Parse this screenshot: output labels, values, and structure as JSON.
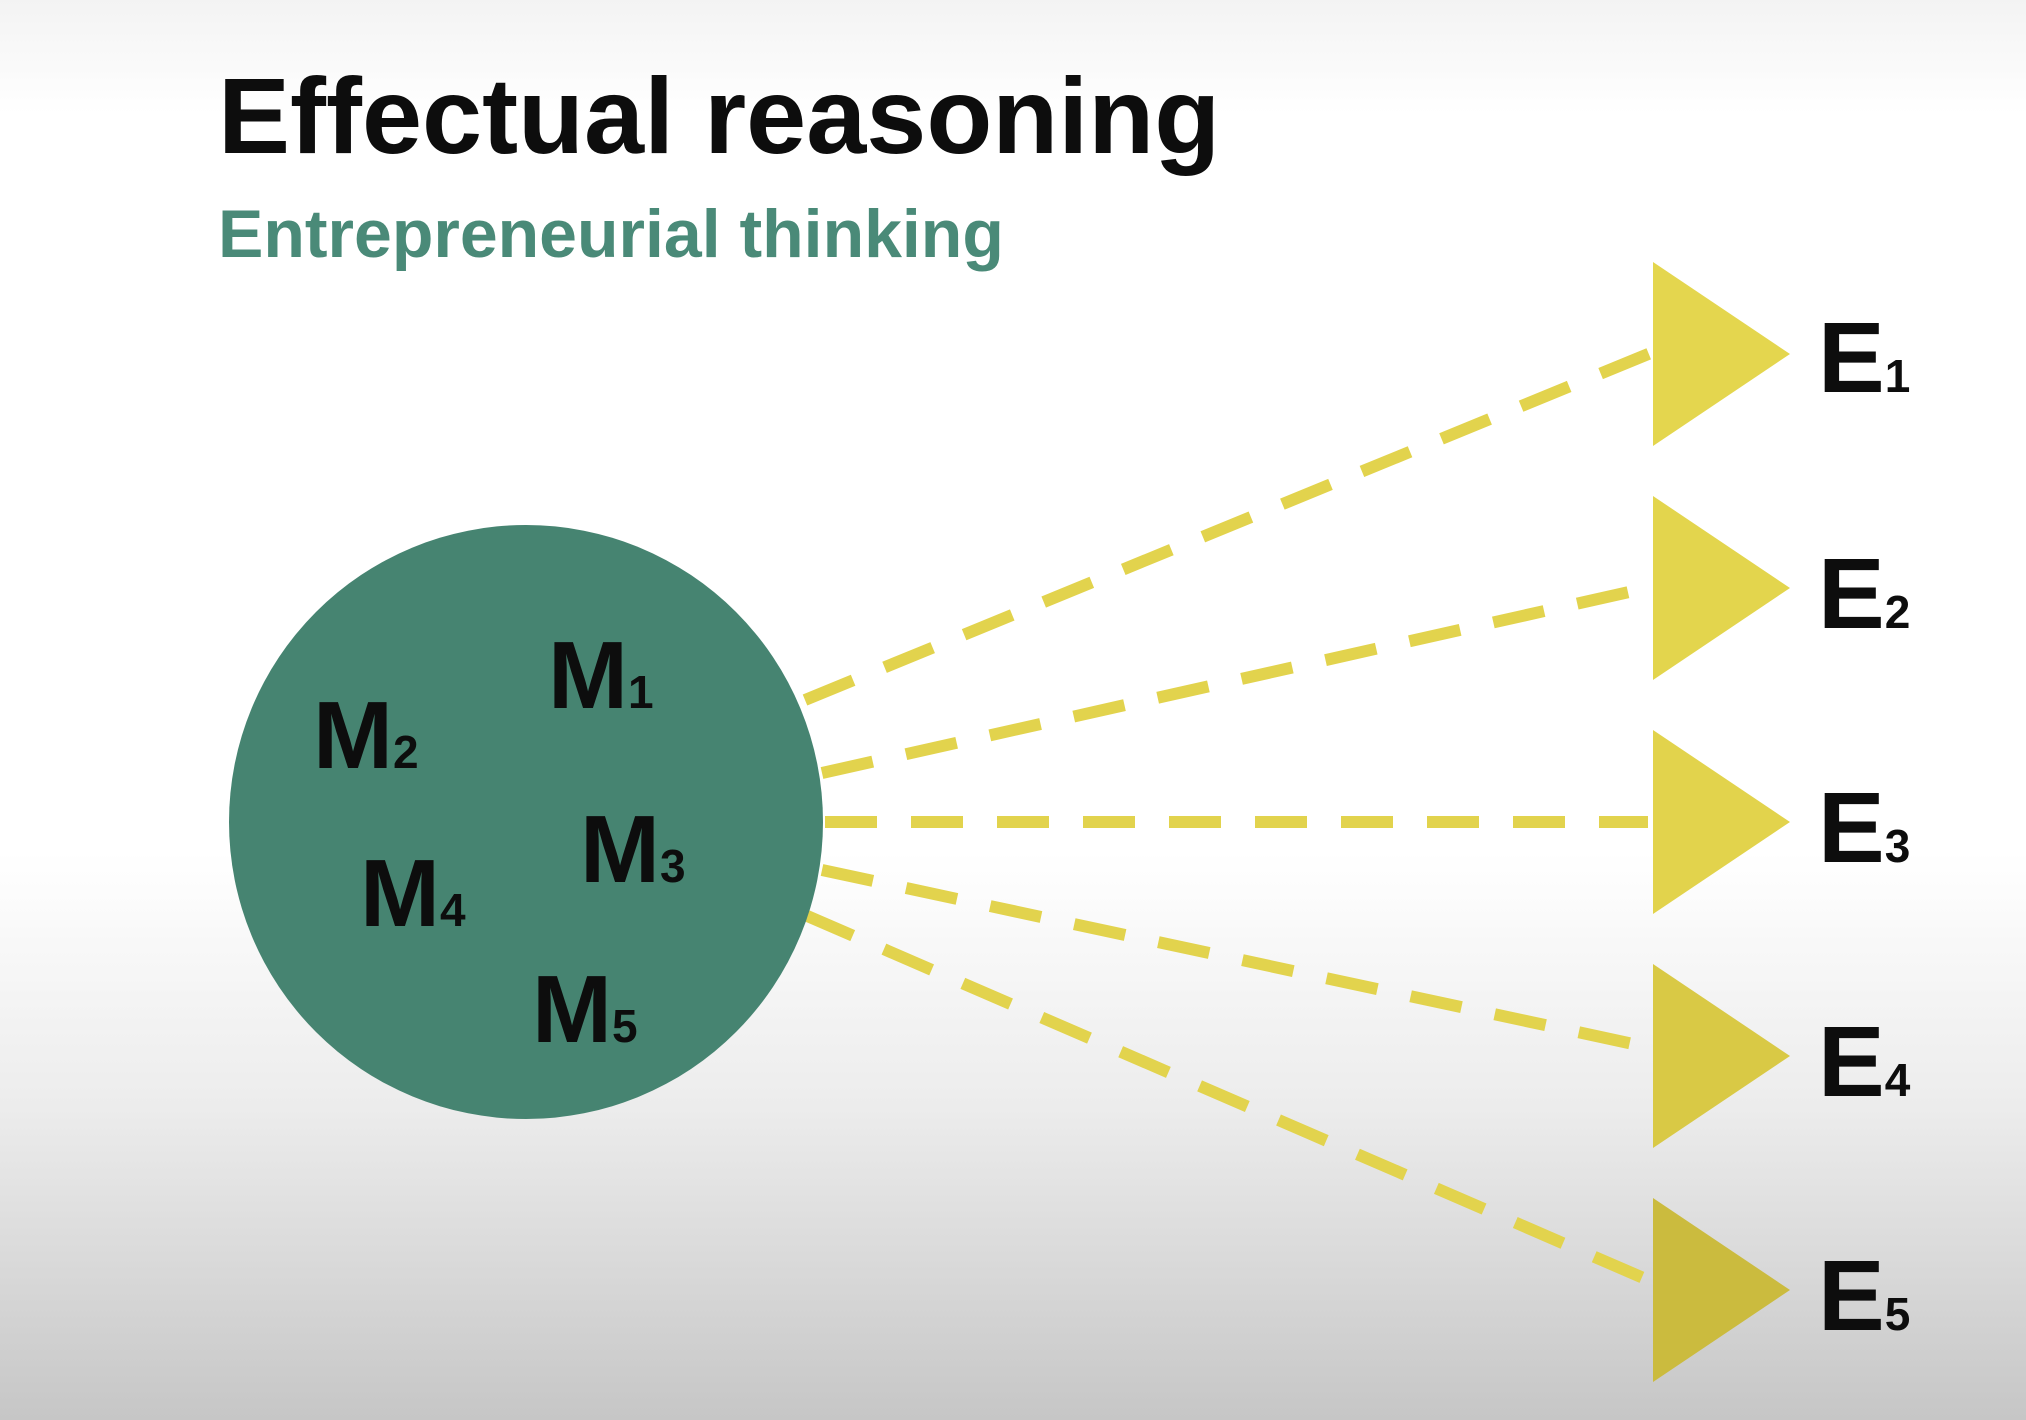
{
  "title": "Effectual reasoning",
  "subtitle": "Entrepreneurial thinking",
  "colors": {
    "circle": "#468471",
    "subtitle": "#4a8a78",
    "arrow": "#e2d34d",
    "arrow_dark": "#c9b93a",
    "text": "#0d0d0d"
  },
  "means": [
    {
      "letter": "M",
      "sub": "1"
    },
    {
      "letter": "M",
      "sub": "2"
    },
    {
      "letter": "M",
      "sub": "3"
    },
    {
      "letter": "M",
      "sub": "4"
    },
    {
      "letter": "M",
      "sub": "5"
    }
  ],
  "effects": [
    {
      "letter": "E",
      "sub": "1"
    },
    {
      "letter": "E",
      "sub": "2"
    },
    {
      "letter": "E",
      "sub": "3"
    },
    {
      "letter": "E",
      "sub": "4"
    },
    {
      "letter": "E",
      "sub": "5"
    }
  ]
}
